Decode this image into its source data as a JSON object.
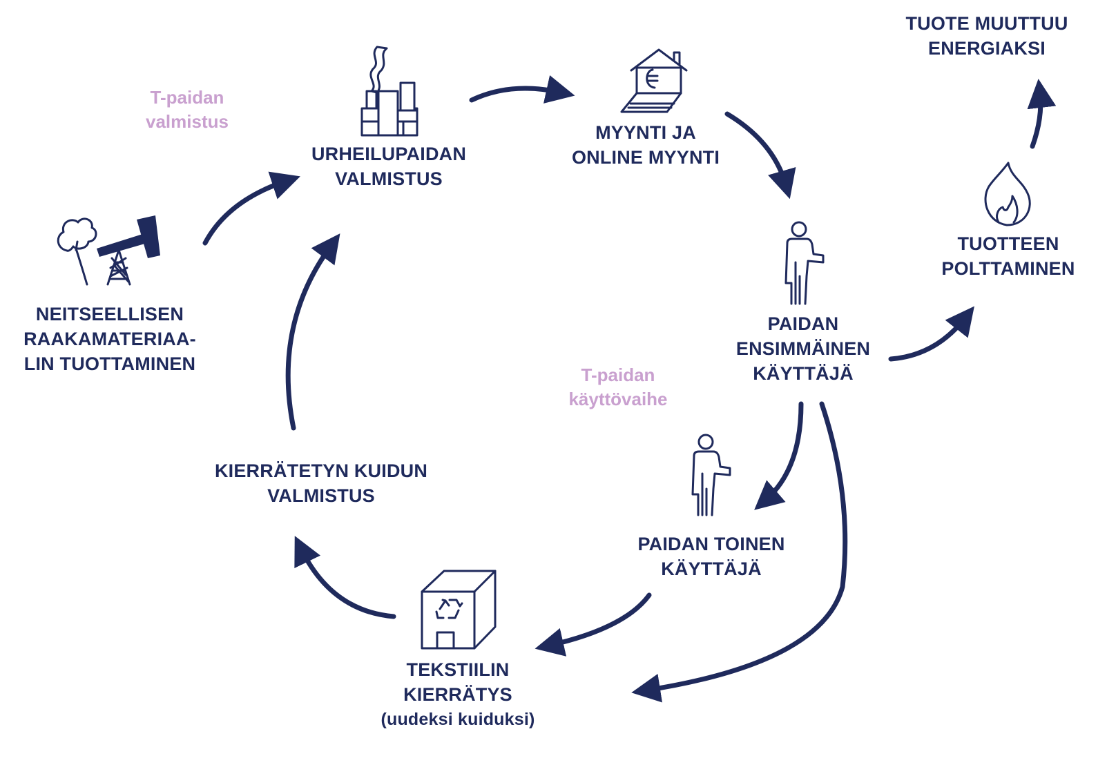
{
  "phases": {
    "manufacturing": [
      "T-paidan",
      "valmistus"
    ],
    "use": [
      "T-paidan",
      "käyttövaihe"
    ]
  },
  "nodes": {
    "raw_material": [
      "NEITSEELLISEN",
      "RAAKAMATERIAA-",
      "LIN TUOTTAMINEN"
    ],
    "shirt_manufacturing": [
      "URHEILUPAIDAN",
      "VALMISTUS"
    ],
    "sales": [
      "MYYNTI JA",
      "ONLINE MYYNTI"
    ],
    "first_user": [
      "PAIDAN",
      "ENSIMMÄINEN",
      "KÄYTTÄJÄ"
    ],
    "incineration": [
      "TUOTTEEN",
      "POLTTAMINEN"
    ],
    "energy": [
      "TUOTE MUUTTUU",
      "ENERGIAKSI"
    ],
    "second_user": [
      "PAIDAN TOINEN",
      "KÄYTTÄJÄ"
    ],
    "textile_recycling": [
      "TEKSTIILIN",
      "KIERRÄTYS",
      "(uudeksi kuiduksi)"
    ],
    "recycled_fiber": [
      "KIERRÄTETYN KUIDUN",
      "VALMISTUS"
    ]
  },
  "colors": {
    "primary": "#1f2a5c",
    "phase_label": "#c9a0cf",
    "background": "#ffffff"
  }
}
